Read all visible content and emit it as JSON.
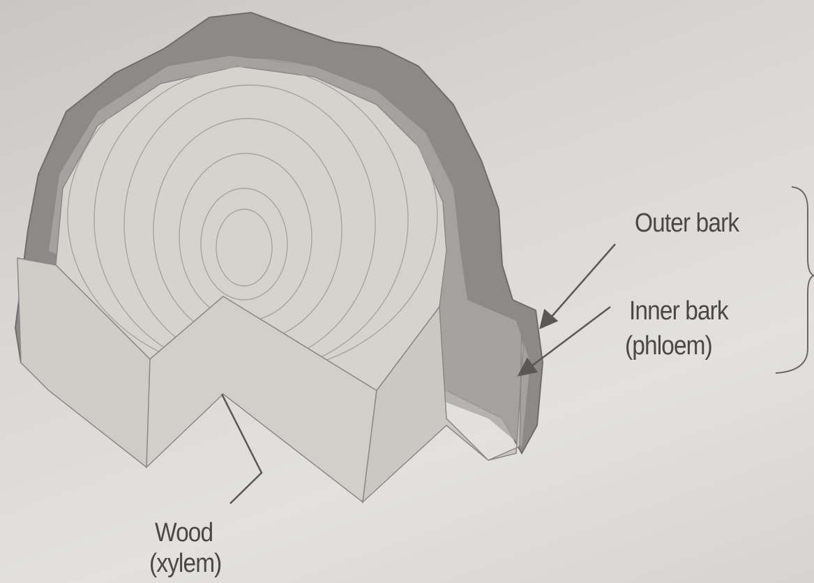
{
  "labels": {
    "outer_bark": "Outer bark",
    "inner_bark_line1": "Inner bark",
    "inner_bark_line2": "(phloem)",
    "wood_line1": "Wood",
    "wood_line2": "(xylem)"
  },
  "colors": {
    "bark": "#8c8a89",
    "wood_face": "#d6d3cf",
    "wood_side": "#cfccc8",
    "line": "#5a5856",
    "text": "#4a4846"
  }
}
